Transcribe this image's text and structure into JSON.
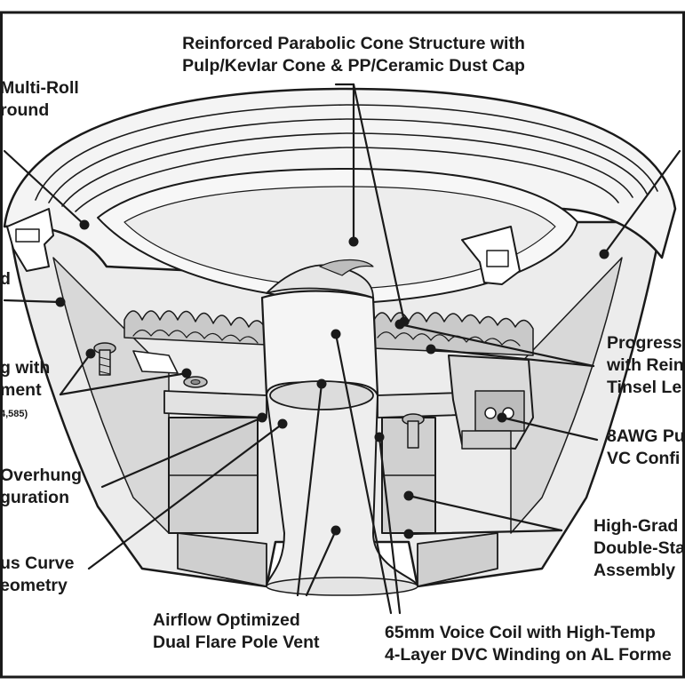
{
  "diagram": {
    "labels": {
      "cone": [
        "Reinforced Parabolic Cone Structure with",
        "Pulp/Kevlar Cone & PP/Ceramic Dust Cap"
      ],
      "surround": [
        "Multi-Roll",
        "round"
      ],
      "left_frag": [
        "d"
      ],
      "tinsel_left": [
        "g with",
        "ment"
      ],
      "patent": "4,585)",
      "overhung": [
        "Overhung",
        "guration"
      ],
      "curve": [
        "us Curve",
        "eometry"
      ],
      "airflow": [
        "Airflow Optimized",
        "Dual Flare Pole Vent"
      ],
      "voice_coil": [
        "65mm Voice Coil with High-Temp",
        "4-Layer DVC Winding on AL Forme"
      ],
      "progressive": [
        "Progress",
        "with Reinf",
        "Tinsel Le"
      ],
      "awg": [
        "8AWG Pu",
        "VC Confi"
      ],
      "high_grade": [
        "High-Grad",
        "Double-Sta",
        "Assembly"
      ]
    },
    "colors": {
      "ink": "#1a1a1a",
      "fill_light": "#f2f2f2",
      "fill_mid": "#d6d6d6",
      "fill_dark": "#8c8c8c"
    }
  }
}
